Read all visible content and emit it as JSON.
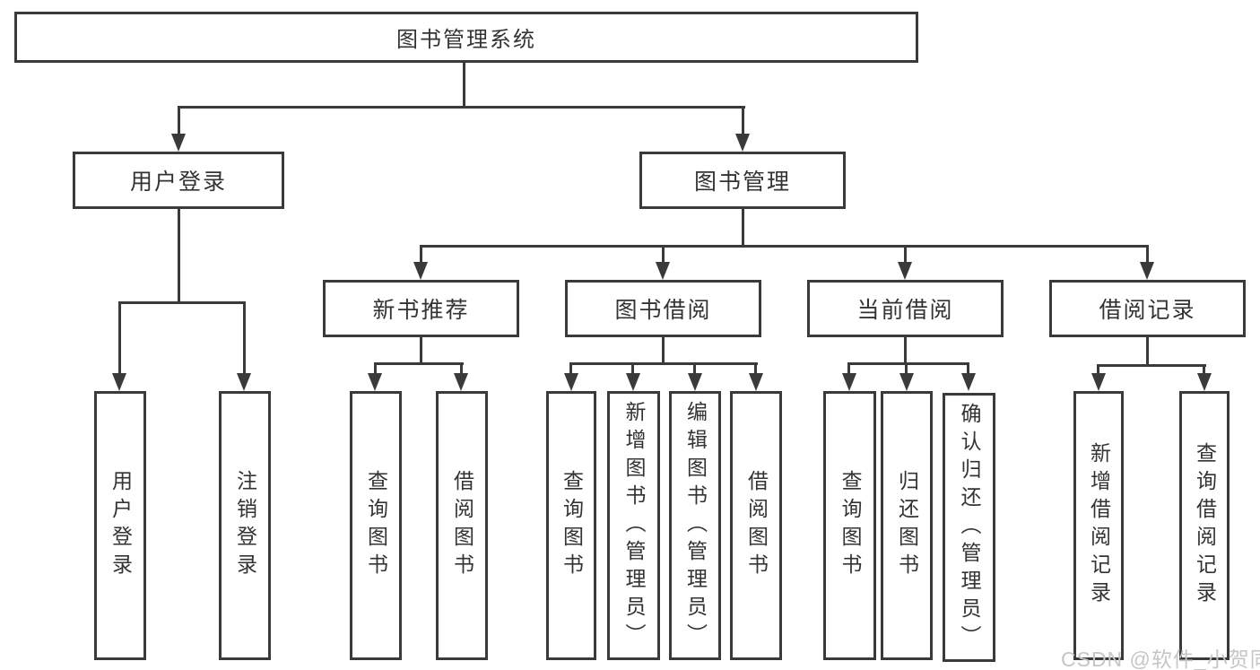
{
  "tree": {
    "root": {
      "label": "图书管理系统"
    },
    "branches": [
      {
        "label": "用户登录",
        "children": [
          {
            "label": "用户登录"
          },
          {
            "label": "注销登录"
          }
        ]
      },
      {
        "label": "图书管理",
        "groups": [
          {
            "label": "新书推荐",
            "children": [
              {
                "label": "查询图书"
              },
              {
                "label": "借阅图书"
              }
            ]
          },
          {
            "label": "图书借阅",
            "children": [
              {
                "label": "查询图书"
              },
              {
                "label": "新增图书（管理员）"
              },
              {
                "label": "编辑图书（管理员）"
              },
              {
                "label": "借阅图书"
              }
            ]
          },
          {
            "label": "当前借阅",
            "children": [
              {
                "label": "查询图书"
              },
              {
                "label": "归还图书"
              },
              {
                "label": "确认归还（管理员）"
              }
            ]
          },
          {
            "label": "借阅记录",
            "children": [
              {
                "label": "新增借阅记录"
              },
              {
                "label": "查询借阅记录"
              }
            ]
          }
        ]
      }
    ]
  },
  "watermark": {
    "text": "CSDN @软件_小贺同学"
  },
  "colors": {
    "line": "#3a3a3a",
    "text": "#333333",
    "box_background": "#ffffff",
    "watermark": "#c6c6c6"
  }
}
